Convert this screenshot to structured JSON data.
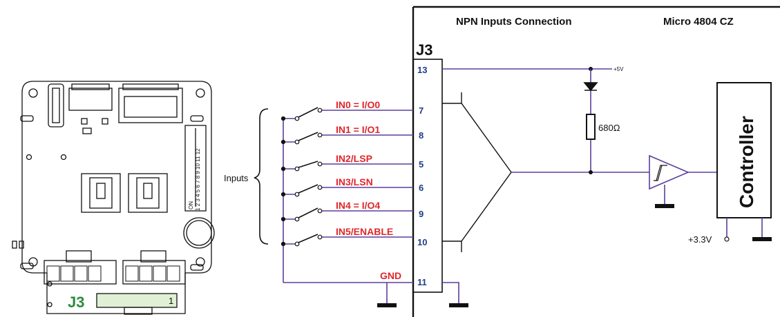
{
  "header": {
    "connection_title": "NPN Inputs Connection",
    "product": "Micro 4804 CZ"
  },
  "connector": {
    "name": "J3",
    "board_label": "J3",
    "board_pin_mark": "1"
  },
  "inputs": [
    {
      "label": "IN0",
      "suffix": "I/O0",
      "pin": "7"
    },
    {
      "label": "IN1",
      "suffix": "I/O1",
      "pin": "8"
    },
    {
      "label": "IN2/LSP",
      "suffix": "",
      "pin": "5"
    },
    {
      "label": "IN3/LSN",
      "suffix": "",
      "pin": "6"
    },
    {
      "label": "IN4",
      "suffix": "I/O4",
      "pin": "9"
    },
    {
      "label": "IN5/ENABLE",
      "suffix": "",
      "pin": "10"
    }
  ],
  "power": {
    "pin13": "13",
    "v5": "+5V",
    "resistor": "680Ω",
    "v33": "+3.3V"
  },
  "ground": {
    "label": "GND",
    "pin": "11"
  },
  "group_label": "Inputs",
  "controller": "Controller",
  "dip_numbers": "1 2 3 4 5 6 7 8 9 10 11 12",
  "dip_on": "ON"
}
